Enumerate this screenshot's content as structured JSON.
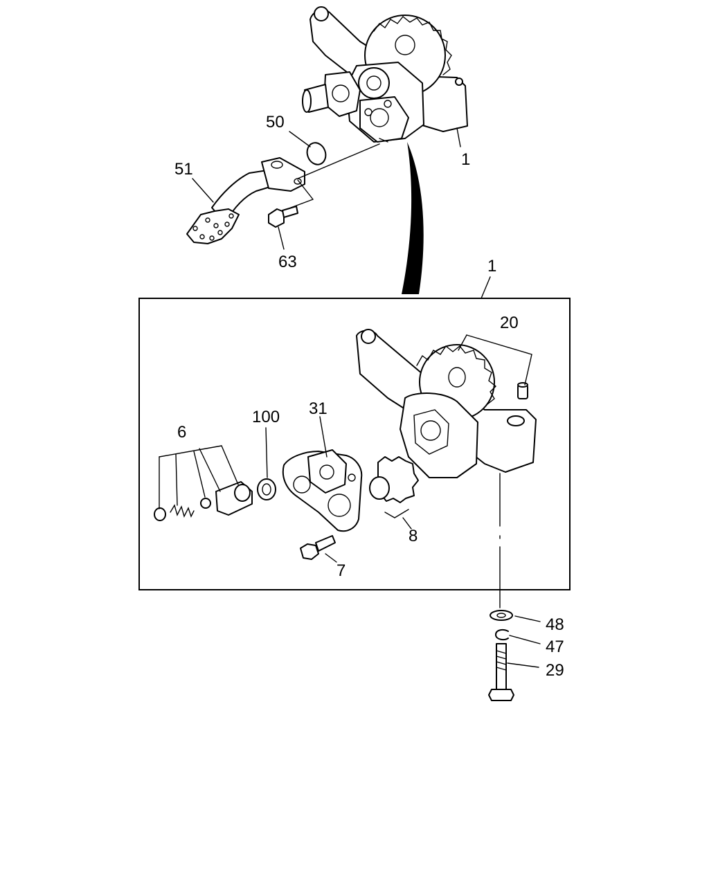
{
  "diagram": {
    "callouts": {
      "c50": "50",
      "c51": "51",
      "c1_top": "1",
      "c63": "63",
      "c1_box": "1",
      "c20": "20",
      "c6": "6",
      "c100": "100",
      "c31": "31",
      "c8": "8",
      "c7": "7",
      "c48": "48",
      "c47": "47",
      "c29": "29"
    }
  }
}
